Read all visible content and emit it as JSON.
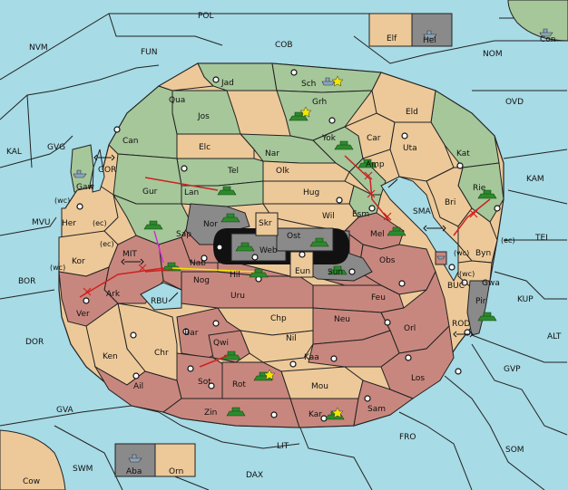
{
  "colors": {
    "sea": "#a7dbe6",
    "green_power": "#a6c79a",
    "red_power": "#c8877e",
    "neutral_tan": "#edc999",
    "grey": "#8a8a8a",
    "arrow_red": "#cc2222",
    "arrow_yellow": "#f2e600",
    "arrow_magenta": "#cc33cc"
  },
  "sea_labels": {
    "pol": "POL",
    "nvm": "NVM",
    "fun": "FUN",
    "cob": "COB",
    "nom": "NOM",
    "ovd": "OVD",
    "kal": "KAL",
    "gvg": "GVG",
    "gor": "GOR",
    "kam": "KAM",
    "mvu": "MVU",
    "sma": "SMA",
    "tei": "TEI",
    "mit": "MIT",
    "bor": "BOR",
    "buc": "BUC",
    "kup": "KUP",
    "rbu": "RBU",
    "dor": "DOR",
    "rod": "ROD",
    "alt": "ALT",
    "gvp": "GVP",
    "gva": "GVA",
    "fro": "FRO",
    "som": "SOM",
    "lit": "LIT",
    "swm": "SWM",
    "dax": "DAX",
    "cow": "Cow",
    "con": "Con"
  },
  "provinces": {
    "jad": "Jad",
    "sch": "Sch",
    "qua": "Qua",
    "grh": "Grh",
    "jos": "Jos",
    "eld": "Eld",
    "can": "Can",
    "yok": "Yok",
    "car": "Car",
    "elc": "Elc",
    "nar": "Nar",
    "uta": "Uta",
    "kat": "Kat",
    "gaw": "Gaw",
    "tel": "Tel",
    "amp": "Amp",
    "olk": "Olk",
    "gur": "Gur",
    "lan": "Lan",
    "hug": "Hug",
    "bri": "Bri",
    "rie": "Rie",
    "esm": "Esm",
    "wil": "Wil",
    "her": "Her",
    "nor": "Nor",
    "skr": "Skr",
    "ost": "Ost",
    "mel": "Mel",
    "sap": "Sap",
    "web": "Web",
    "byn": "Byn",
    "kor": "Kor",
    "nab": "Nab",
    "obs": "Obs",
    "eun": "Eun",
    "sun": "Sun",
    "hil": "Hil",
    "gwa": "Gwa",
    "ark": "Ark",
    "nog": "Nog",
    "uru": "Uru",
    "feu": "Feu",
    "pir": "Pir",
    "ver": "Ver",
    "chp": "Chp",
    "neu": "Neu",
    "orl": "Orl",
    "bar": "Bar",
    "qwi": "Qwi",
    "nil": "Nil",
    "ken": "Ken",
    "chr": "Chr",
    "kaa": "Kaa",
    "los": "Los",
    "sot": "Sot",
    "rot": "Rot",
    "mou": "Mou",
    "ail": "Ail",
    "zin": "Zin",
    "kar": "Kar",
    "sam": "Sam",
    "elf": "Elf",
    "hel": "Hel",
    "aba": "Aba",
    "orn": "Orn"
  },
  "coast_tags": {
    "wc1": "(wc)",
    "ec1": "(ec)",
    "ec2": "(ec)",
    "wc2": "(wc)",
    "ec3": "(ec)",
    "wc3": "(wc)",
    "wc4": "(wc)"
  }
}
